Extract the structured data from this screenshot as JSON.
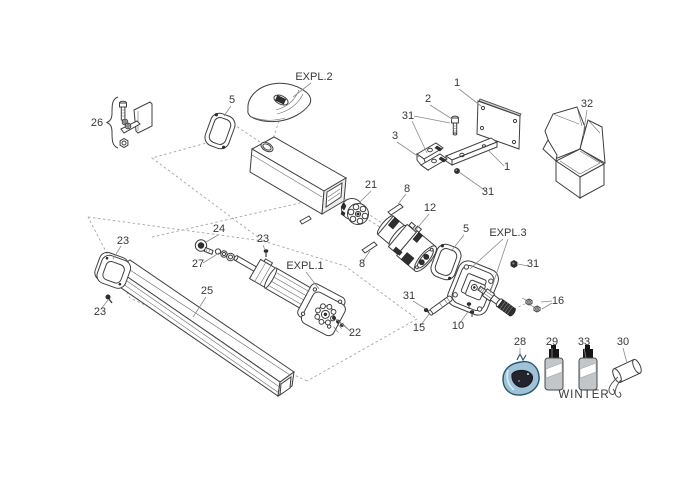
{
  "colors": {
    "background": "#ffffff",
    "line": "#3f3f3f",
    "label": "#383838",
    "dashed_guide": "#a5a5a5",
    "bag_blue_fill": "#9fc2d6",
    "bag_blue_outline": "#27566f",
    "bag_contents_dark": "#23242e",
    "bottle_gray": "#c2c6c8",
    "cap_black": "#161616",
    "dark_part": "#2f2f2f"
  },
  "brace26": "{",
  "labels": [
    {
      "id": "callout-26",
      "text": "26"
    },
    {
      "id": "callout-expl2",
      "text": "EXPL.2"
    },
    {
      "id": "callout-5-top-gasket",
      "text": "5"
    },
    {
      "id": "callout-1-plate",
      "text": "1"
    },
    {
      "id": "callout-2-pin",
      "text": "2"
    },
    {
      "id": "callout-31-top",
      "text": "31"
    },
    {
      "id": "callout-3-clevis",
      "text": "3"
    },
    {
      "id": "callout-1-bar",
      "text": "1"
    },
    {
      "id": "callout-31-bar-nut",
      "text": "31"
    },
    {
      "id": "callout-32-box",
      "text": "32"
    },
    {
      "id": "callout-21-coupling",
      "text": "21"
    },
    {
      "id": "callout-8-key-upper",
      "text": "8"
    },
    {
      "id": "callout-12-motor",
      "text": "12"
    },
    {
      "id": "callout-5-front-gasket",
      "text": "5"
    },
    {
      "id": "callout-expl3",
      "text": "EXPL.3"
    },
    {
      "id": "callout-31-flange-nut",
      "text": "31"
    },
    {
      "id": "callout-24-ball-joint",
      "text": "24"
    },
    {
      "id": "callout-23-screw-mid",
      "text": "23"
    },
    {
      "id": "callout-23-end-cap",
      "text": "23"
    },
    {
      "id": "callout-27-washers",
      "text": "27"
    },
    {
      "id": "callout-expl1",
      "text": "EXPL.1"
    },
    {
      "id": "callout-8-key-lower",
      "text": "8"
    },
    {
      "id": "callout-25-rail",
      "text": "25"
    },
    {
      "id": "callout-23-screw-left",
      "text": "23"
    },
    {
      "id": "callout-22-screws",
      "text": "22"
    },
    {
      "id": "callout-31-grub-pin",
      "text": "31"
    },
    {
      "id": "callout-15-rod",
      "text": "15"
    },
    {
      "id": "callout-10-screws",
      "text": "10"
    },
    {
      "id": "callout-16-bolts",
      "text": "16"
    },
    {
      "id": "callout-28-bag",
      "text": "28"
    },
    {
      "id": "callout-29-bottle",
      "text": "29"
    },
    {
      "id": "callout-33-bottle",
      "text": "33"
    },
    {
      "id": "callout-30-capacitor",
      "text": "30"
    },
    {
      "id": "label-winter",
      "text": "WINTER"
    }
  ]
}
